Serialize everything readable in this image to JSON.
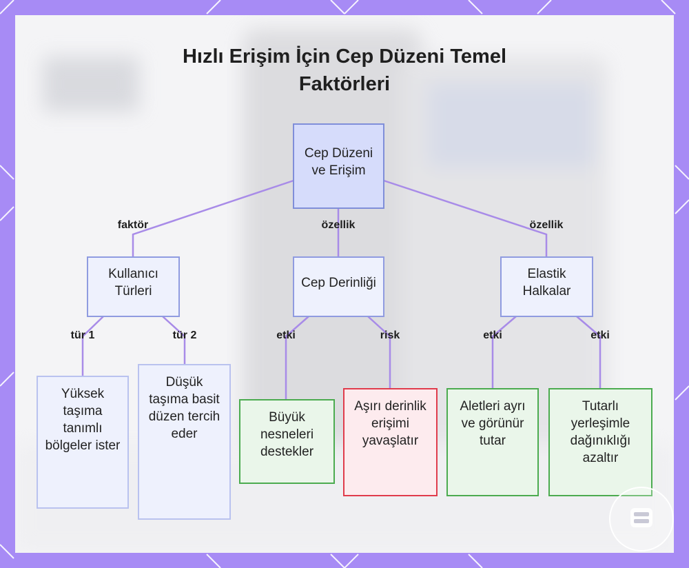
{
  "title_lines": [
    "Hızlı Erişim İçin Cep Düzeni Temel",
    "Faktörleri"
  ],
  "nodes": {
    "root": "Cep Düzeni ve Erişim",
    "users": "Kullanıcı Türleri",
    "depth": "Cep Derinliği",
    "elastic": "Elastik Halkalar",
    "high": "Yüksek taşıma tanımlı bölgeler ister",
    "low": "Düşük taşıma basit düzen tercih eder",
    "big": "Büyük nesneleri destekler",
    "slow": "Aşırı derinlik erişimi yavaşlatır",
    "tools": "Aletleri ayrı ve görünür tutar",
    "tidy": "Tutarlı yerleşimle dağınıklığı azaltır"
  },
  "edge_labels": {
    "root_users": "faktör",
    "root_depth": "özellik",
    "root_elastic": "özellik",
    "users_high": "tür 1",
    "users_low": "tür 2",
    "depth_big": "etki",
    "depth_slow": "risk",
    "elastic_tools": "etki",
    "elastic_tidy": "etki"
  },
  "colors": {
    "frame": "#a78bf5",
    "edge": "#a88be8",
    "root_fill": "#d6dcfb",
    "green_border": "#4bab4f",
    "red_border": "#e03b4b"
  },
  "badge_icon": "storage-box-icon"
}
